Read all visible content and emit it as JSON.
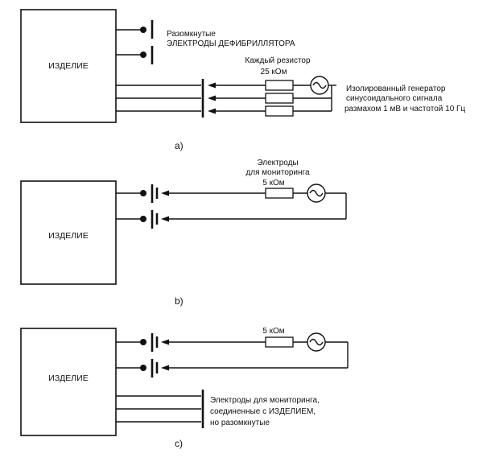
{
  "device_label": "ИЗДЕЛИЕ",
  "panel_a": {
    "caption": "a)",
    "open_electrodes_line1": "Разомкнутые",
    "open_electrodes_line2": "ЭЛЕКТРОДЫ ДЕФИБРИЛЛЯТОРА",
    "resistor_label_line1": "Каждый резистор",
    "resistor_label_line2": "25 кОм",
    "generator_line1": "Изолированный генератор",
    "generator_line2": "синусоидального сигнала",
    "generator_line3": "размахом 1 мВ и частотой 10 Гц"
  },
  "panel_b": {
    "caption": "b)",
    "electrodes_line1": "Электроды",
    "electrodes_line2": "для мониторинга",
    "resistor_label": "5 кОм"
  },
  "panel_c": {
    "caption": "c)",
    "resistor_label": "5 кОм",
    "note_line1": "Электроды для мониторинга,",
    "note_line2": "соединенные с ИЗДЕЛИЕМ,",
    "note_line3": "но разомкнутые"
  }
}
